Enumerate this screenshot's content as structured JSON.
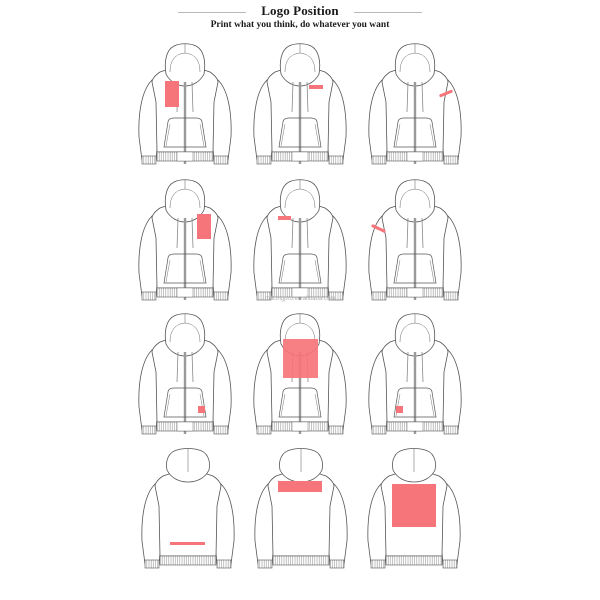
{
  "header": {
    "title": "Logo Position",
    "subtitle": "Print what you think, do whatever you want"
  },
  "watermark": "macingpro.en.alibaba.com",
  "colors": {
    "print_area": "#f6757a",
    "outline": "#555555",
    "rule": "#b8b8b8",
    "text": "#1a1a1a"
  },
  "positions": [
    {
      "id": "left-chest-front",
      "view": "front",
      "row": 1,
      "col": 1,
      "shape": "rectangle-vertical"
    },
    {
      "id": "right-chest-bar-front",
      "view": "front",
      "row": 1,
      "col": 2,
      "shape": "bar-horizontal"
    },
    {
      "id": "left-sleeve-front",
      "view": "front",
      "row": 1,
      "col": 3,
      "shape": "stripe-diagonal"
    },
    {
      "id": "right-chest-front",
      "view": "front",
      "row": 2,
      "col": 1,
      "shape": "rectangle-vertical"
    },
    {
      "id": "left-chest-bar-front",
      "view": "front",
      "row": 2,
      "col": 2,
      "shape": "bar-horizontal"
    },
    {
      "id": "right-sleeve-front",
      "view": "front",
      "row": 2,
      "col": 3,
      "shape": "stripe-diagonal"
    },
    {
      "id": "bottom-left-hem-front",
      "view": "front",
      "row": 3,
      "col": 1,
      "shape": "square-small"
    },
    {
      "id": "full-chest-front",
      "view": "front",
      "row": 3,
      "col": 2,
      "shape": "rectangle-large"
    },
    {
      "id": "bottom-right-hem-front",
      "view": "front",
      "row": 3,
      "col": 3,
      "shape": "square-small"
    },
    {
      "id": "lower-back-bar",
      "view": "back",
      "row": 4,
      "col": 1,
      "shape": "bar-thin"
    },
    {
      "id": "upper-back-bar",
      "view": "back",
      "row": 4,
      "col": 2,
      "shape": "bar-horizontal"
    },
    {
      "id": "full-back",
      "view": "back",
      "row": 4,
      "col": 3,
      "shape": "square-large"
    }
  ]
}
